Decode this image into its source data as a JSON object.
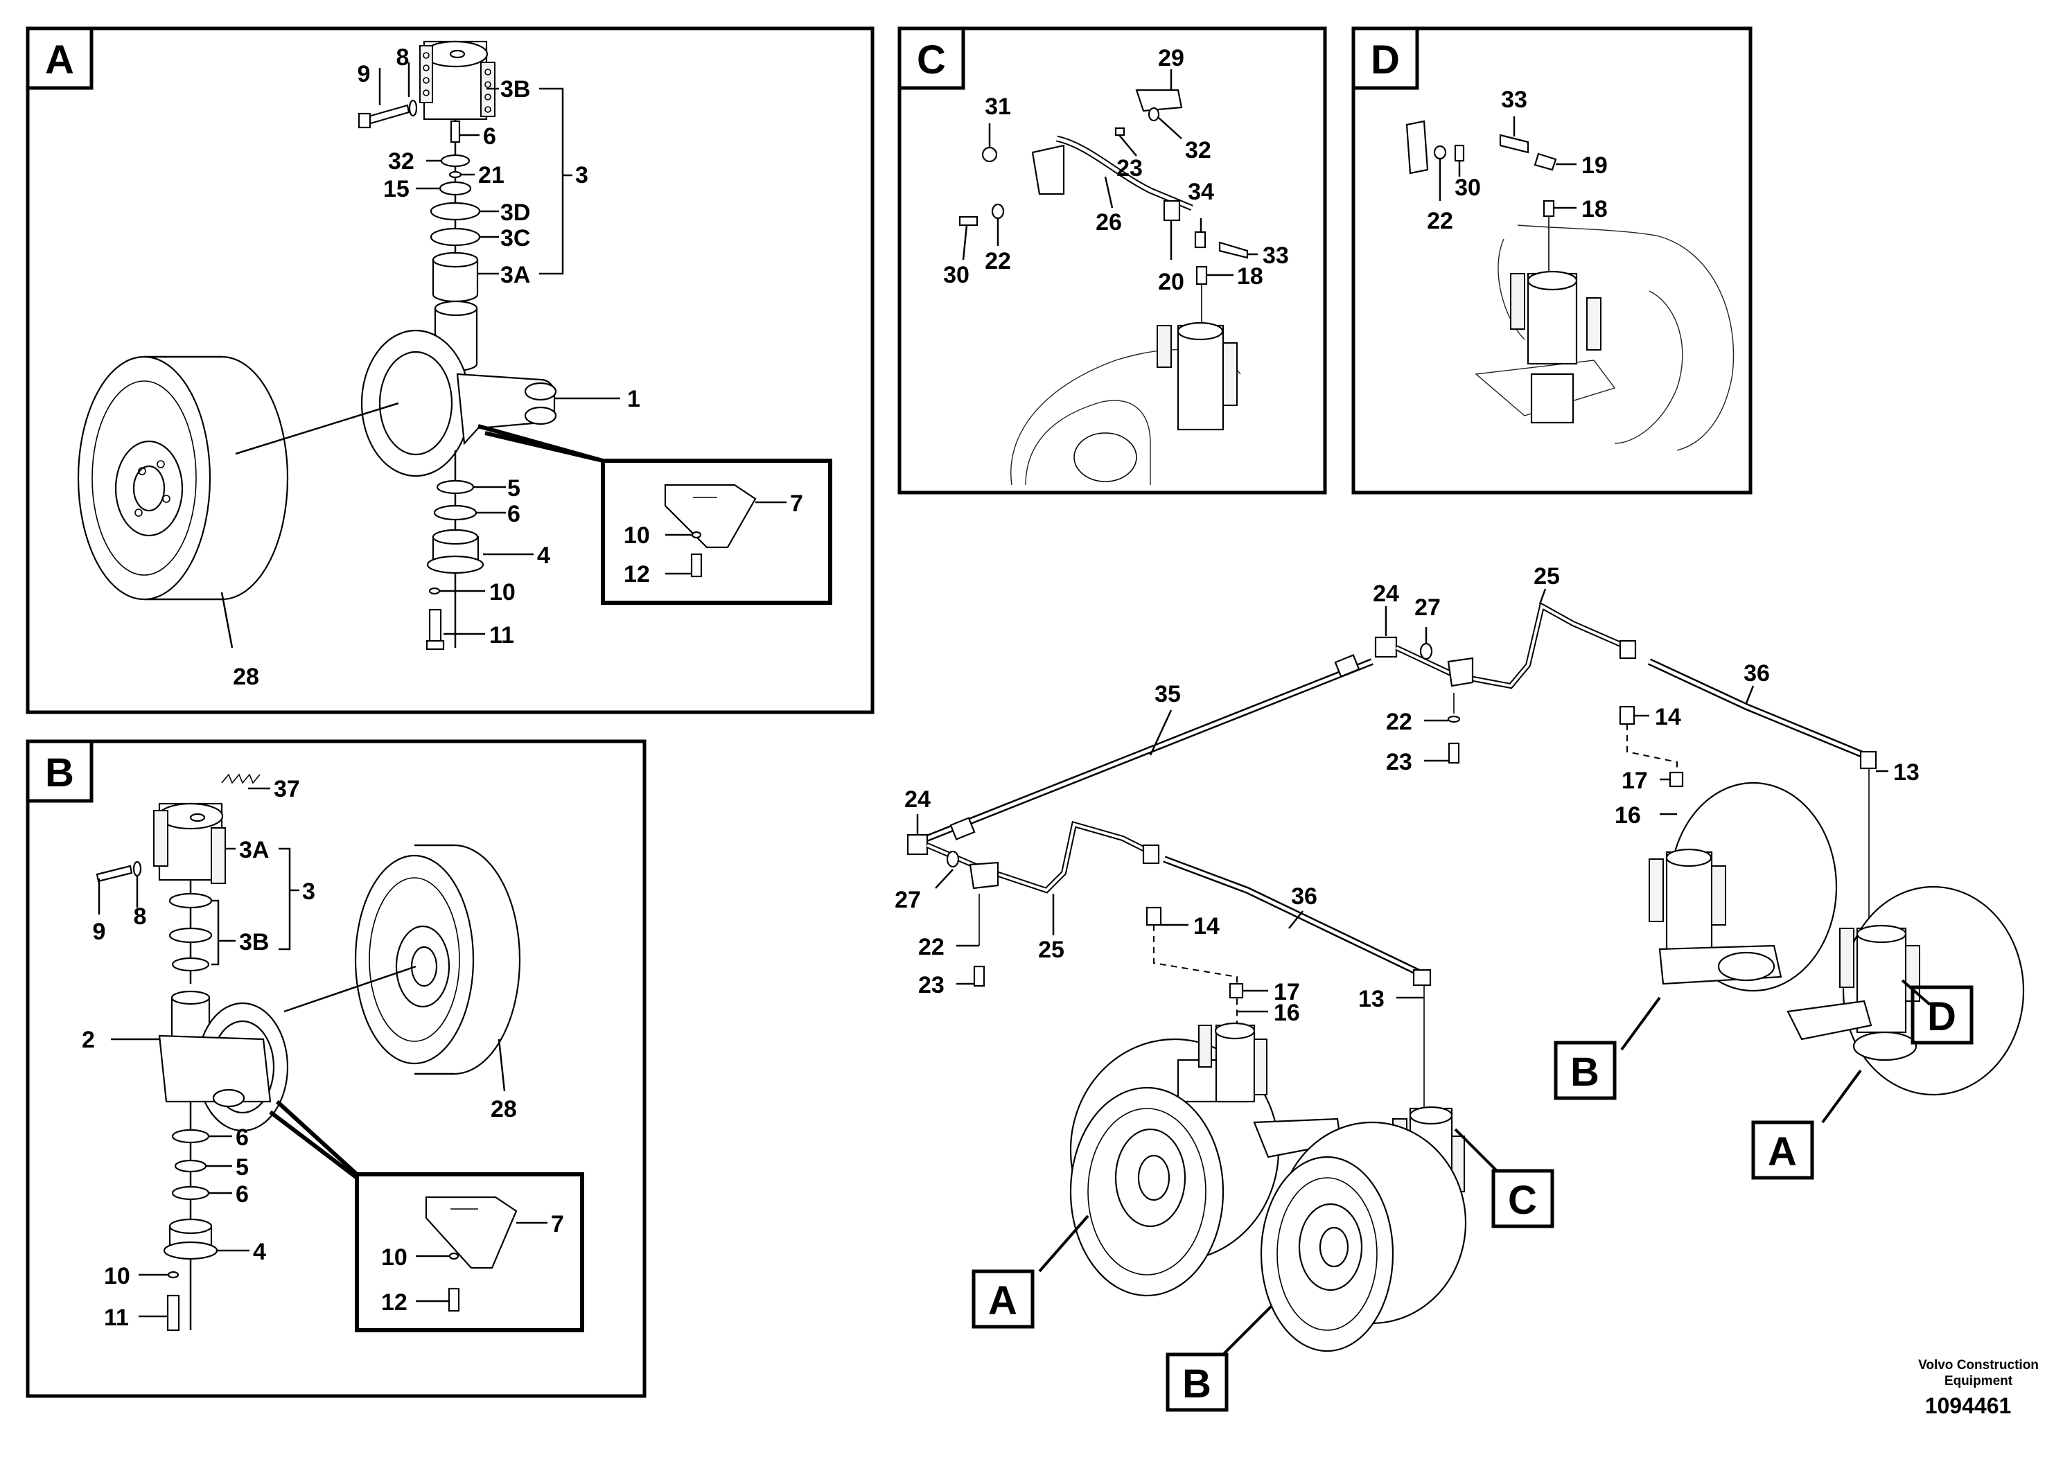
{
  "panels": {
    "A": {
      "tag": "A",
      "parts": [
        "9",
        "8",
        "3B",
        "6",
        "32",
        "21",
        "3",
        "15",
        "3D",
        "3C",
        "3A",
        "1",
        "5",
        "6",
        "7",
        "10",
        "4",
        "10",
        "12",
        "11",
        "28"
      ]
    },
    "B": {
      "tag": "B",
      "parts": [
        "37",
        "3A",
        "3",
        "9",
        "8",
        "3B",
        "2",
        "28",
        "6",
        "5",
        "6",
        "7",
        "4",
        "10",
        "10",
        "12",
        "11"
      ]
    },
    "C": {
      "tag": "C",
      "parts": [
        "29",
        "31",
        "32",
        "23",
        "34",
        "26",
        "33",
        "30",
        "22",
        "20",
        "18"
      ]
    },
    "D": {
      "tag": "D",
      "parts": [
        "33",
        "19",
        "30",
        "18",
        "22"
      ]
    }
  },
  "overview": {
    "parts": [
      "24",
      "27",
      "25",
      "35",
      "36",
      "22",
      "14",
      "23",
      "17",
      "16",
      "13",
      "24",
      "27",
      "36",
      "22",
      "25",
      "14",
      "23",
      "17",
      "16",
      "13"
    ],
    "callouts": [
      "D",
      "B",
      "A",
      "C",
      "A",
      "B"
    ]
  },
  "footer": {
    "brand_line1": "Volvo Construction",
    "brand_line2": "Equipment",
    "doc_number": "1094461"
  }
}
